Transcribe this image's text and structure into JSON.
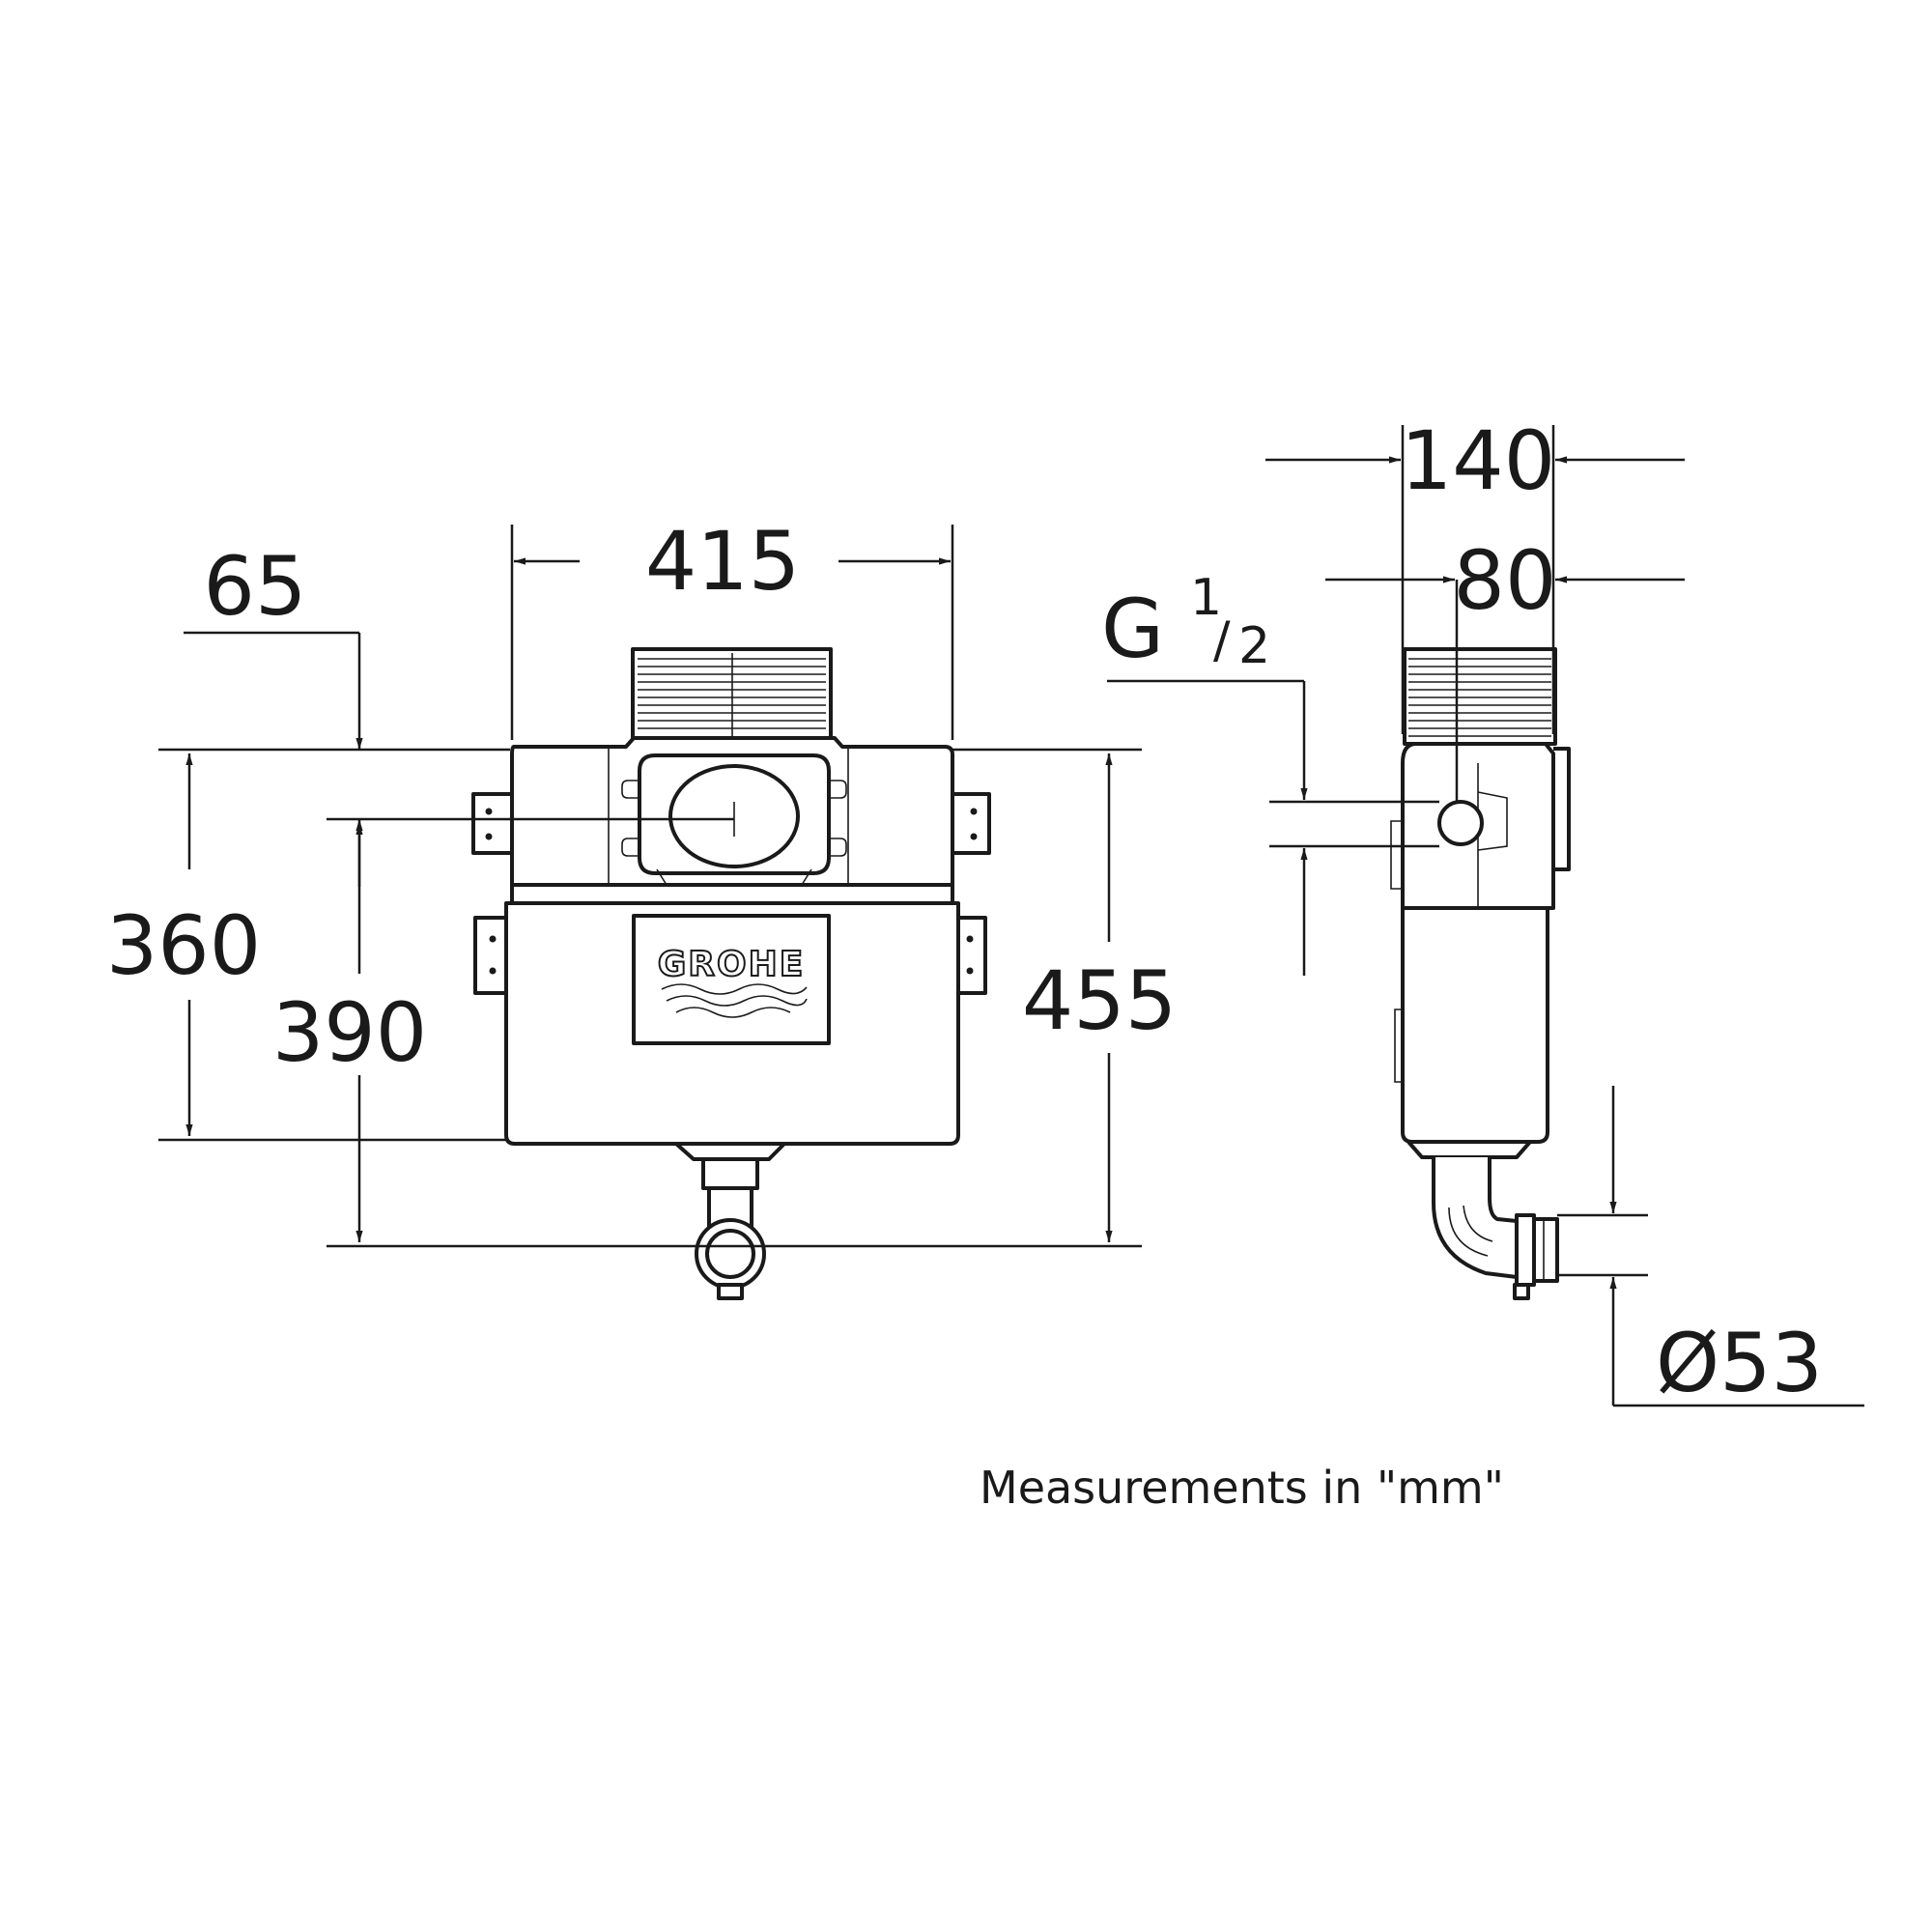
{
  "front_view": {
    "width_dimension": "415",
    "top_offset_dimension": "65",
    "body_height_dimension": "360",
    "inlet_height_dimension": "390",
    "overall_height_dimension": "455",
    "brand_logo_text": "GROHE"
  },
  "side_view": {
    "overall_depth_dimension": "140",
    "body_depth_dimension": "80",
    "supply_thread_prefix": "G",
    "supply_thread_numerator": "1",
    "supply_thread_denominator": "2",
    "outlet_diameter_dimension": "Ø53"
  },
  "footer": {
    "units_note": "Measurements in \"mm\""
  }
}
